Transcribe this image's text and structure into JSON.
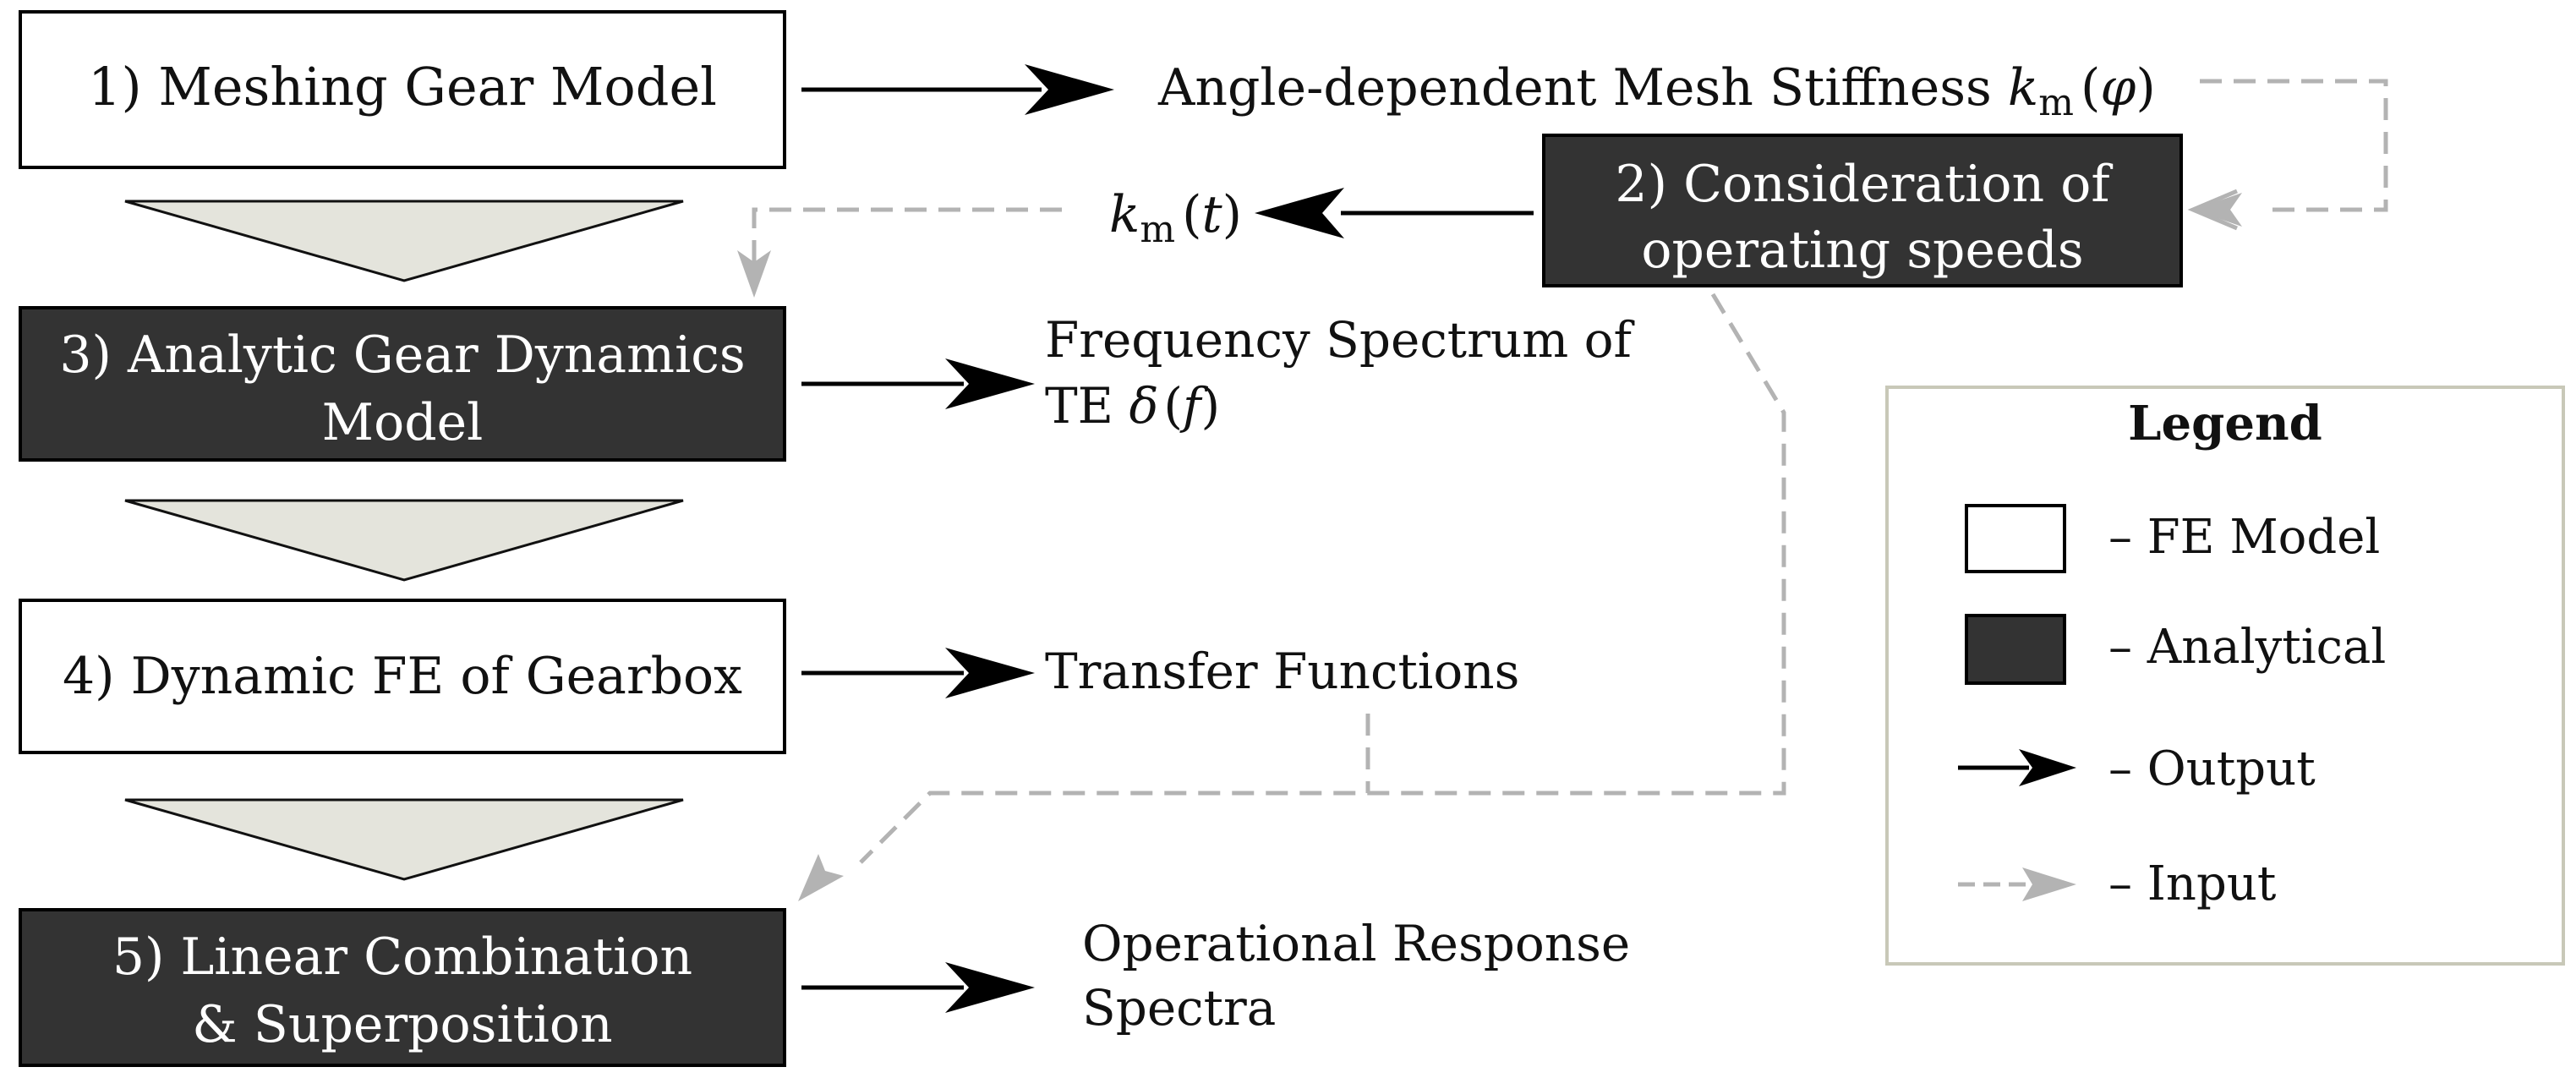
{
  "colors": {
    "analytical_fill": "#333333",
    "fe_fill": "#ffffff",
    "output_arrow": "#000000",
    "input_arrow": "#b3b3b3",
    "funnel_fill": "#e4e4dc",
    "legend_border": "#c8c8b8"
  },
  "steps": [
    {
      "id": 1,
      "kind": "fe",
      "lines": [
        "1) Meshing Gear Model"
      ]
    },
    {
      "id": 2,
      "kind": "analytical",
      "lines": [
        "2) Consideration of",
        "operating speeds"
      ]
    },
    {
      "id": 3,
      "kind": "analytical",
      "lines": [
        "3) Analytic Gear Dynamics",
        "Model"
      ]
    },
    {
      "id": 4,
      "kind": "fe",
      "lines": [
        "4) Dynamic FE of Gearbox"
      ]
    },
    {
      "id": 5,
      "kind": "analytical",
      "lines": [
        "5) Linear Combination",
        "& Superposition"
      ]
    }
  ],
  "outputs": {
    "mesh_stiffness": {
      "prefix": "Angle-dependent Mesh Stiffness ",
      "symbol": "k",
      "sub": "m",
      "arg_open": "(",
      "arg": "φ",
      "arg_close": ")"
    },
    "km_t": {
      "symbol": "k",
      "sub": "m",
      "arg_open": "(",
      "arg": "t",
      "arg_close": ")"
    },
    "spectrum": {
      "line1": "Frequency Spectrum of",
      "prefix": "TE ",
      "symbol": "δ",
      "arg_open": "(",
      "arg": "f",
      "arg_close": ")"
    },
    "transfer": "Transfer Functions",
    "response": [
      "Operational Response",
      "Spectra"
    ]
  },
  "legend": {
    "title": "Legend",
    "items": [
      {
        "symbol": "white-box",
        "label": "– FE Model"
      },
      {
        "symbol": "dark-box",
        "label": "– Analytical"
      },
      {
        "symbol": "output-arrow",
        "label": "– Output"
      },
      {
        "symbol": "input-arrow",
        "label": "– Input"
      }
    ]
  }
}
